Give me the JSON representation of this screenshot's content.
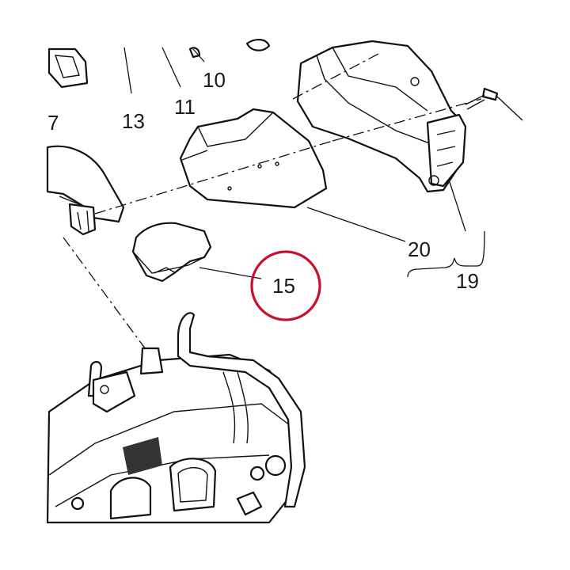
{
  "callouts": {
    "c7": "7",
    "c10": "10",
    "c11": "11",
    "c13": "13",
    "c15": "15",
    "c19": "19",
    "c20": "20"
  },
  "highlight": {
    "target": "15",
    "color": "#c8102e"
  },
  "colors": {
    "line": "#111111",
    "background": "#ffffff"
  }
}
